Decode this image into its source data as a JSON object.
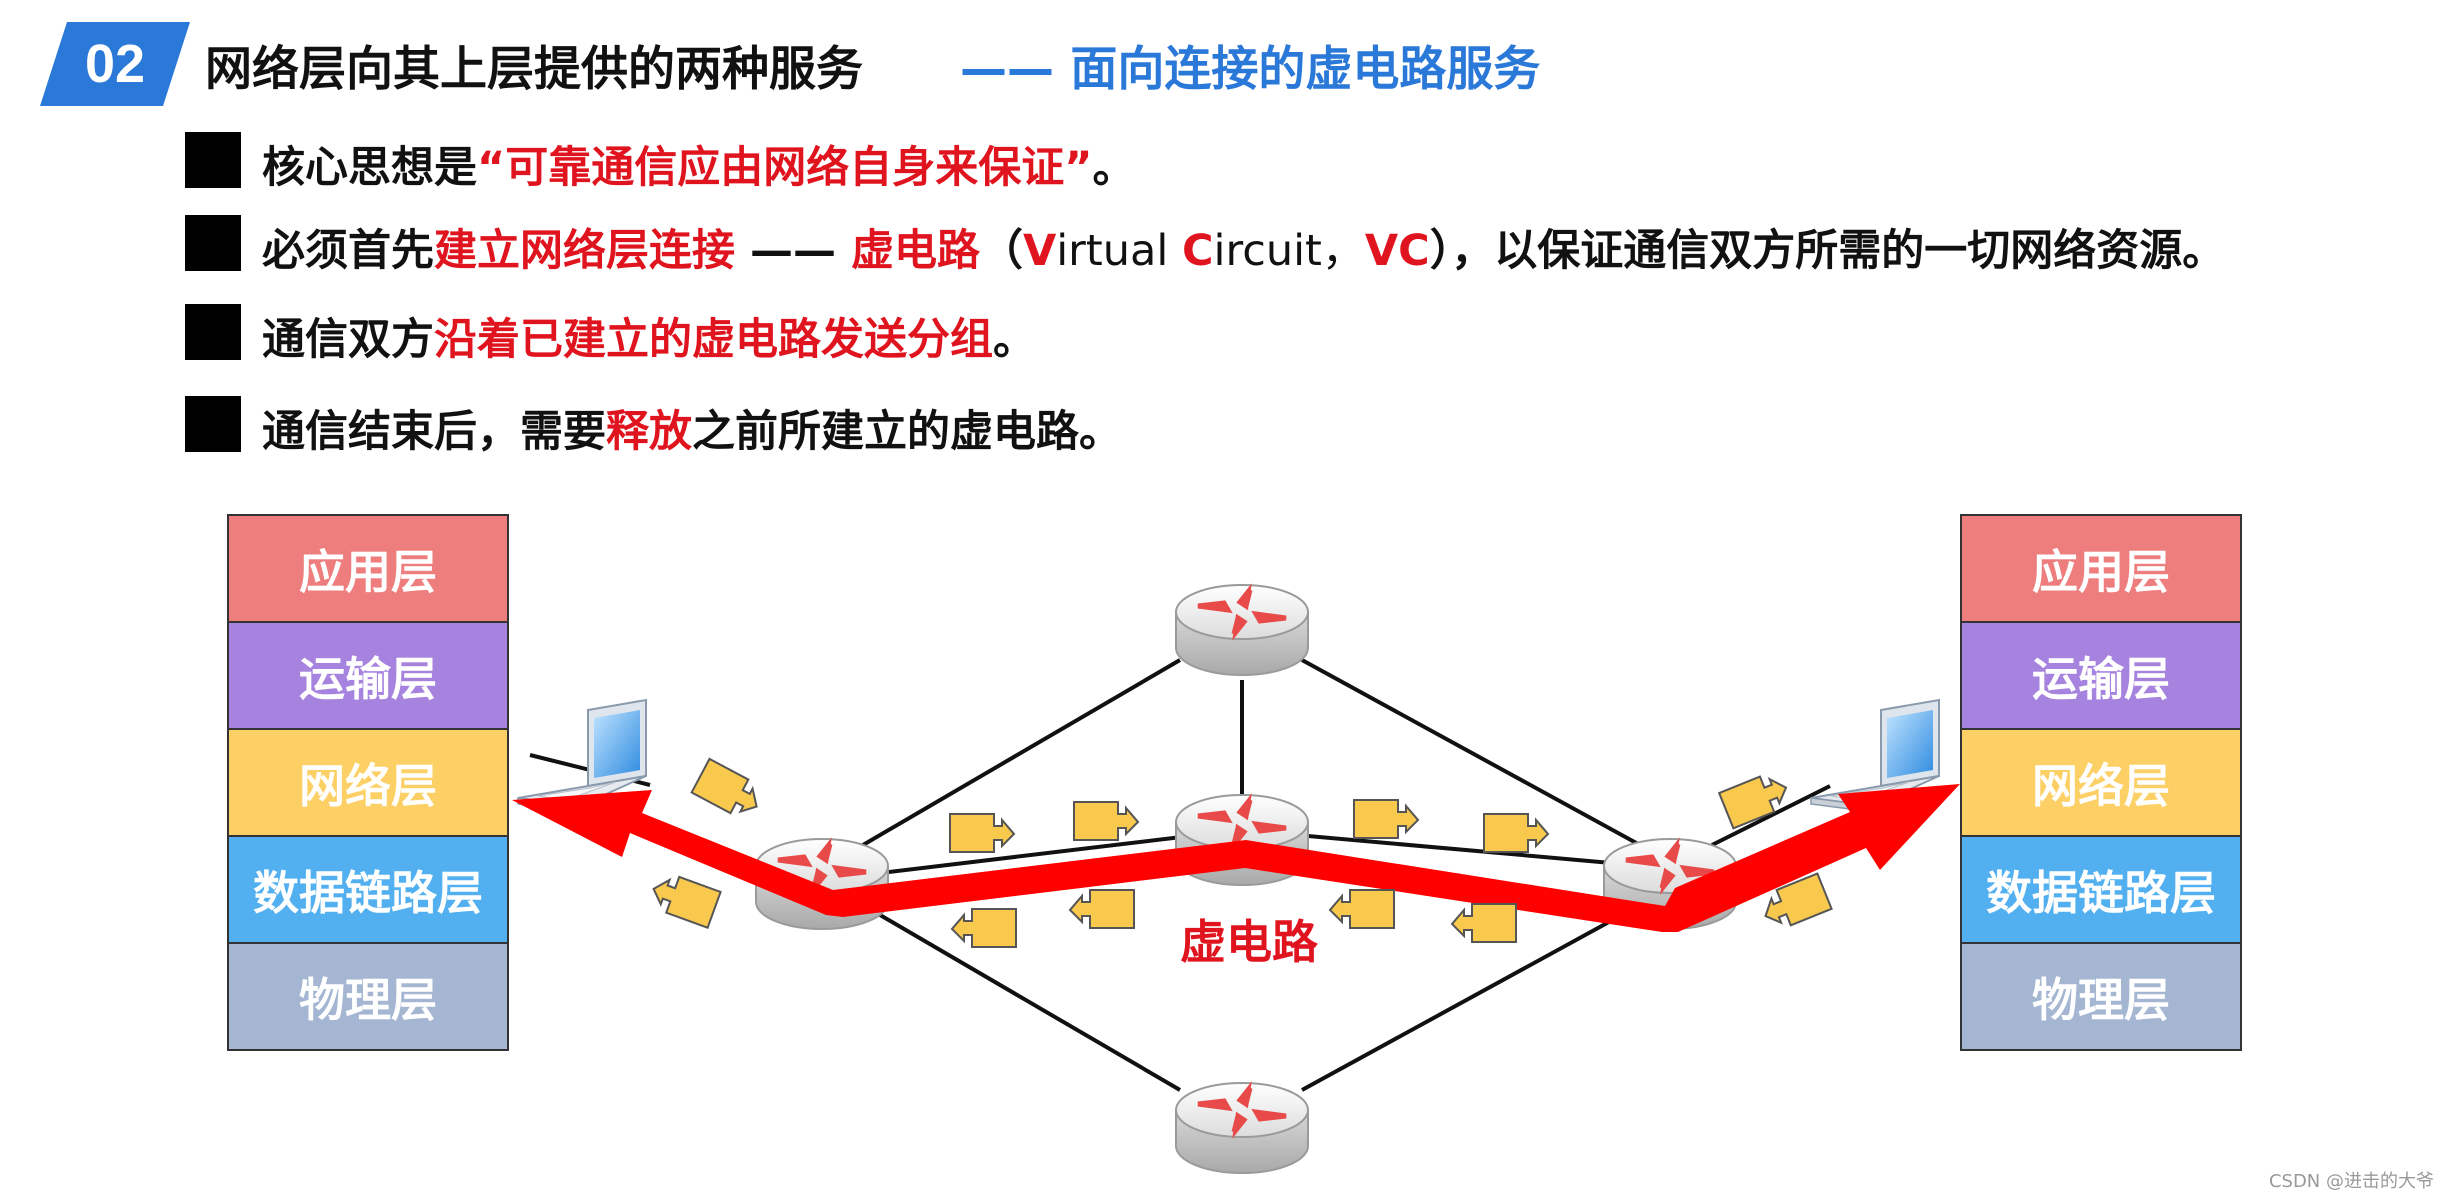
{
  "badge": "02",
  "title": {
    "main": "网络层向其上层提供的两种服务",
    "sub": "—— 面向连接的虚电路服务"
  },
  "bullets": {
    "b1": {
      "pre": "核心思想是",
      "red": "“可靠通信应由网络自身来保证”",
      "post": "。"
    },
    "b2": {
      "pre": "必须首先",
      "red1": "建立网络层连接",
      "dash": " —— ",
      "red2": "虚电路",
      "p_open": "（",
      "v": "V",
      "irtual": "irtual ",
      "c": "C",
      "ircuit": "ircuit，",
      "vc": "VC",
      "post": "），以保证通信双方所需的一切网络资源。"
    },
    "b3": {
      "pre": "通信双方",
      "red": "沿着已建立的虚电路发送分组",
      "post": "。"
    },
    "b4": {
      "pre": "通信结束后，需要",
      "red": "释放",
      "post": "之前所建立的虚电路。"
    }
  },
  "left_stack": [
    "应用层",
    "运输层",
    "网络层",
    "数据链路层",
    "物理层"
  ],
  "right_stack": [
    "应用层",
    "运输层",
    "网络层",
    "数据链路层",
    "物理层"
  ],
  "vc_label": "虚电路",
  "credit": "CSDN @进击的大爷",
  "colors": {
    "accent_blue": "#2a78d8",
    "red": "#e0141e",
    "app": "#ee7d7d",
    "transport": "#a683de",
    "network": "#fdd066",
    "datalink": "#52b0f0",
    "physical": "#a5b6d2",
    "packet": "#f9c94e"
  }
}
